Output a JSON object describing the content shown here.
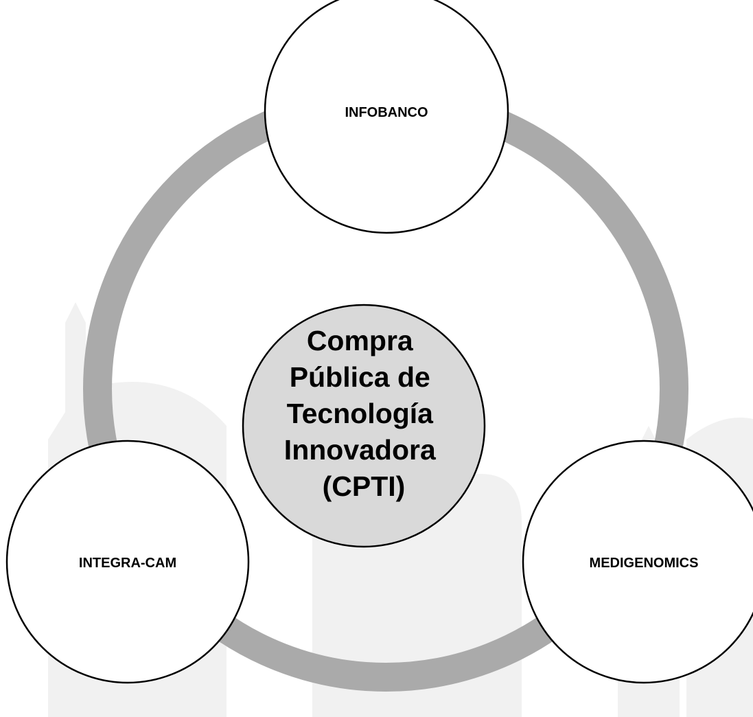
{
  "diagram": {
    "center": {
      "lines": [
        "Compra",
        "Pública de",
        "Tecnología",
        "Innovadora",
        "(CPTI)"
      ]
    },
    "nodes": [
      {
        "label": "INFOBANCO"
      },
      {
        "label": "INTEGRA-CAM"
      },
      {
        "label": "MEDIGENOMICS"
      }
    ]
  },
  "colors": {
    "ring": "#aaaaaa",
    "center_fill": "#d9d9d9",
    "node_fill": "#ffffff",
    "stroke": "#000000",
    "watermark": "#f1f1f1"
  }
}
